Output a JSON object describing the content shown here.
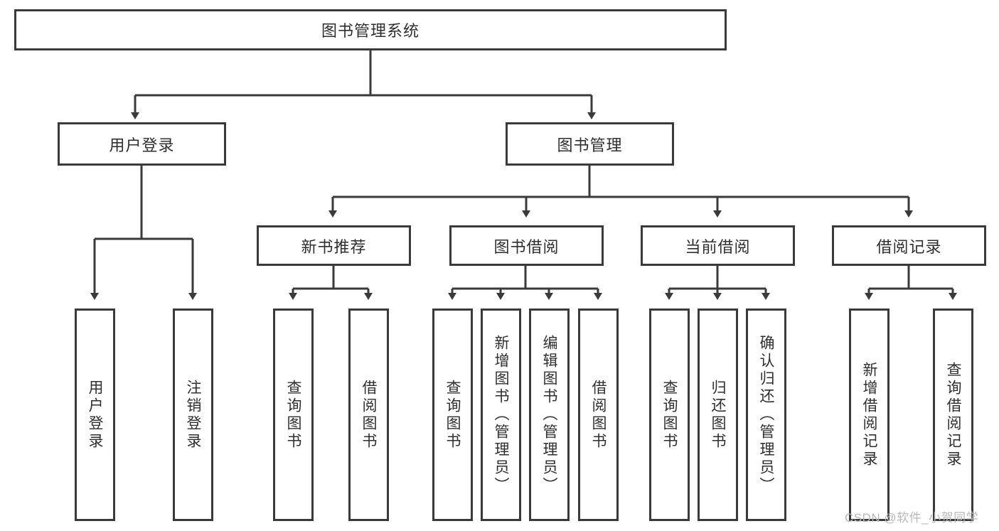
{
  "diagram": {
    "type": "tree",
    "title": "图书管理系统",
    "root": {
      "label": "图书管理系统",
      "children": [
        {
          "label": "用户登录",
          "children": [
            {
              "label": "用户登录",
              "children": []
            },
            {
              "label": "注销登录",
              "children": []
            }
          ]
        },
        {
          "label": "图书管理",
          "children": [
            {
              "label": "新书推荐",
              "children": [
                {
                  "label": "查询图书",
                  "children": []
                },
                {
                  "label": "借阅图书",
                  "children": []
                }
              ]
            },
            {
              "label": "图书借阅",
              "children": [
                {
                  "label": "查询图书",
                  "children": []
                },
                {
                  "label": "新增图书（管理员）",
                  "children": []
                },
                {
                  "label": "编辑图书（管理员）",
                  "children": []
                },
                {
                  "label": "借阅图书",
                  "children": []
                }
              ]
            },
            {
              "label": "当前借阅",
              "children": [
                {
                  "label": "查询图书",
                  "children": []
                },
                {
                  "label": "归还图书",
                  "children": []
                },
                {
                  "label": "确认归还（管理员）",
                  "children": []
                }
              ]
            },
            {
              "label": "借阅记录",
              "children": [
                {
                  "label": "新增借阅记录",
                  "children": []
                },
                {
                  "label": "查询借阅记录",
                  "children": []
                }
              ]
            }
          ]
        }
      ]
    },
    "nodes": {
      "root_title": "图书管理系统",
      "l1_user_login": "用户登录",
      "l1_book_manage": "图书管理",
      "l2_new_book_rec": "新书推荐",
      "l2_book_borrow": "图书借阅",
      "l2_current_borrow": "当前借阅",
      "l2_borrow_record": "借阅记录",
      "leaf_user_login": "用户登录",
      "leaf_logout": "注销登录",
      "leaf_nbr_query": "查询图书",
      "leaf_nbr_borrow": "借阅图书",
      "leaf_bb_query": "查询图书",
      "leaf_bb_add": "新增图书（管理员）",
      "leaf_bb_edit": "编辑图书（管理员）",
      "leaf_bb_borrow": "借阅图书",
      "leaf_cb_query": "查询图书",
      "leaf_cb_return": "归还图书",
      "leaf_cb_confirm": "确认归还（管理员）",
      "leaf_br_add": "新增借阅记录",
      "leaf_br_query": "查询借阅记录"
    },
    "colors": {
      "stroke": "#3a3a3a",
      "text": "#2f2f2f",
      "background": "#ffffff",
      "watermark": "#b8b8b8"
    }
  },
  "watermark": {
    "text": "CSDN @软件_小贺同学"
  }
}
